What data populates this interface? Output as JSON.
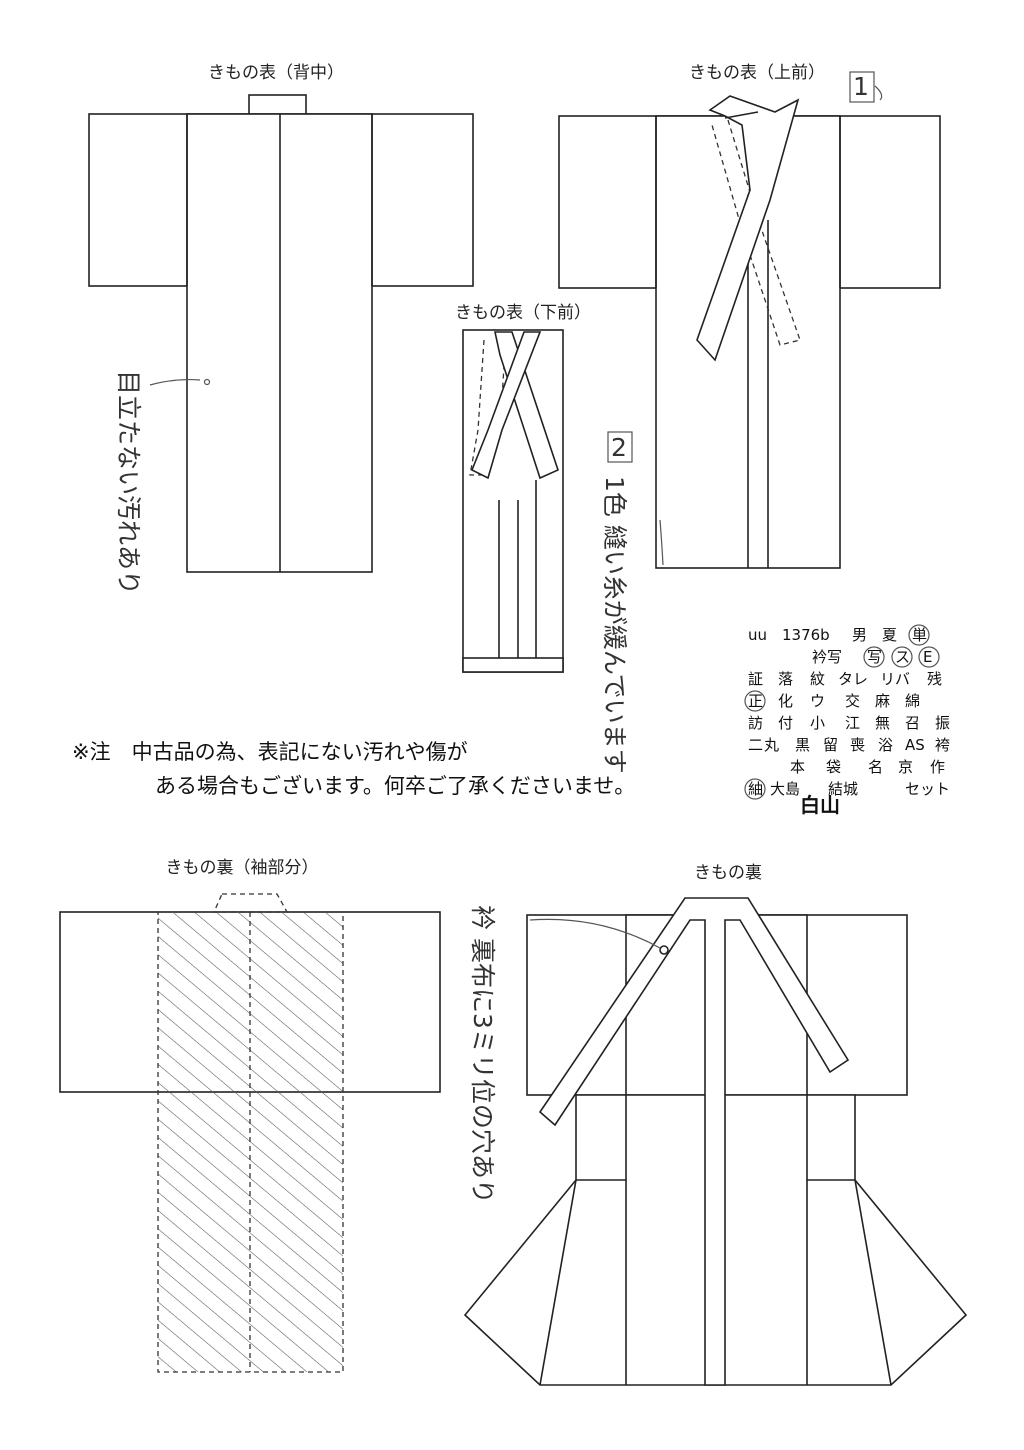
{
  "diagrams": {
    "back_title": "きもの表（背中）",
    "front_upper_title": "きもの表（上前）",
    "front_lower_title": "きもの表（下前）",
    "lining_sleeve_title": "きもの裏（袖部分）",
    "lining_title": "きもの裏"
  },
  "notes": {
    "disclaimer_line1": "※注　中古品の為、表記にない汚れや傷が",
    "disclaimer_line2": "ある場合もございます。何卒ご了承くださいませ。"
  },
  "handwritten": {
    "stain_note": "目立たない汚れあり",
    "marker_1": "1",
    "marker_2": "2",
    "seam_note": "1色 縫い糸が緩んでいます",
    "lining_note": "衿 裏布に3ミリ位の穴あり"
  },
  "code_table": {
    "rows": [
      [
        "uu",
        "1376b",
        "男",
        "夏",
        "単"
      ],
      [
        "衿写",
        "写",
        "ス",
        "E"
      ],
      [
        "証",
        "落",
        "紋",
        "タレ",
        "リバ",
        "残"
      ],
      [
        "正",
        "化",
        "ウ",
        "交",
        "麻",
        "綿"
      ],
      [
        "訪",
        "付",
        "小",
        "江",
        "無",
        "召",
        "振"
      ],
      [
        "二",
        "丸",
        "黒",
        "留",
        "喪",
        "浴",
        "AS",
        "袴"
      ],
      [
        "本",
        "袋",
        "名",
        "京",
        "作"
      ],
      [
        "紬",
        "大島",
        "結城",
        "セット"
      ]
    ],
    "stamp": "白山"
  }
}
